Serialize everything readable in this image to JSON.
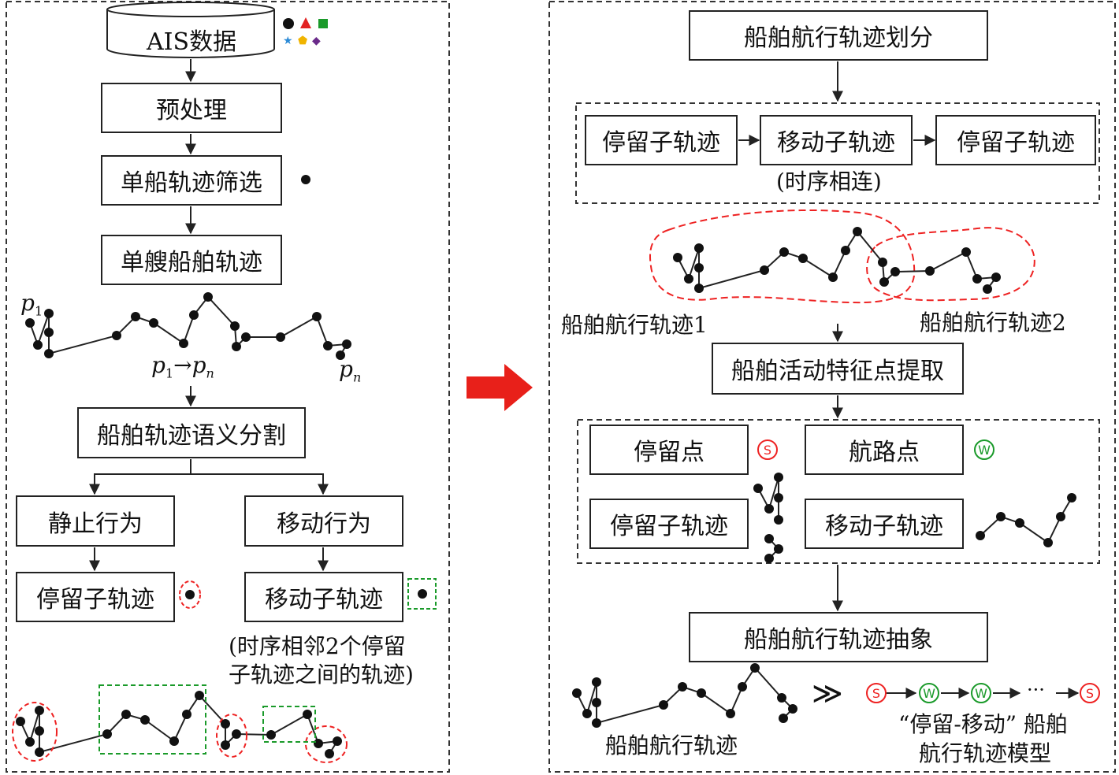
{
  "left": {
    "ais_label": "AIS数据",
    "preprocess": "预处理",
    "filter": "单船轨迹筛选",
    "single_track": "单艘船舶轨迹",
    "p1": "p",
    "p1_sub": "1",
    "pn": "p",
    "pn_sub": "n",
    "p_arrow": "→",
    "segmentation": "船舶轨迹语义分割",
    "static_behavior": "静止行为",
    "moving_behavior": "移动行为",
    "stay_sub": "停留子轨迹",
    "move_sub": "移动子轨迹",
    "move_note_1": "(时序相邻2个停留",
    "move_note_2": "子轨迹之间的轨迹)"
  },
  "right": {
    "division": "船舶航行轨迹划分",
    "stay_sub_1": "停留子轨迹",
    "move_sub": "移动子轨迹",
    "stay_sub_2": "停留子轨迹",
    "seq_note": "(时序相连)",
    "track1": "船舶航行轨迹1",
    "track2": "船舶航行轨迹2",
    "feature_extract": "船舶活动特征点提取",
    "stop_point": "停留点",
    "waypoint": "航路点",
    "stay_sub_3": "停留子轨迹",
    "move_sub_2": "移动子轨迹",
    "abstraction": "船舶航行轨迹抽象",
    "track_label": "船舶航行轨迹",
    "model_1": "“停留-移动” 船舶",
    "model_2": "航行轨迹模型",
    "s": "S",
    "w": "W",
    "ellipsis": "···",
    "gt": "≫"
  },
  "legend": {
    "star": "★",
    "pentagon": "⬟",
    "diamond": "◆"
  },
  "colors": {
    "red": "#e22222",
    "green": "#1a9a2a",
    "blue": "#2a8ad6",
    "gold": "#f0b400",
    "purple": "#6a2a8a",
    "arrow": "#e8201a"
  }
}
